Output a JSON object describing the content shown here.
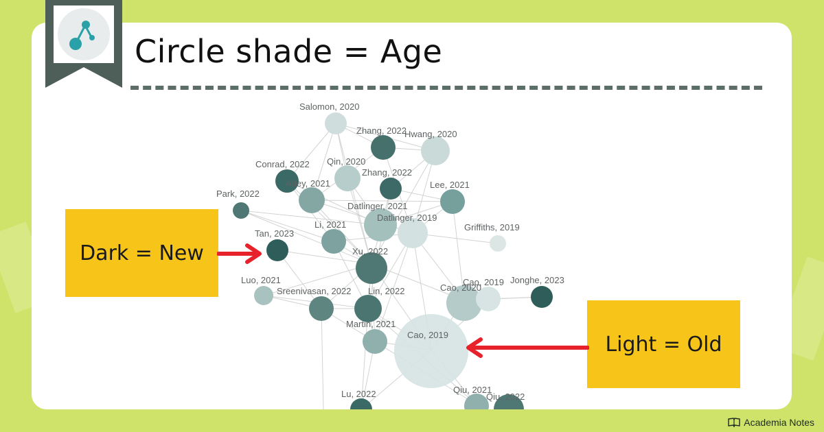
{
  "title": "Circle shade = Age",
  "callouts": {
    "left": "Dark = New",
    "right": "Light = Old"
  },
  "brand": {
    "name": "Academia Notes",
    "icon": "book-icon"
  },
  "logo": {
    "icon": "network-nodes-icon"
  },
  "colors": {
    "background": "#cfe36a",
    "card": "#ffffff",
    "callout": "#f7c51a",
    "arrow": "#e8222a",
    "newest_node": "#2f5e5a",
    "oldest_node": "#d5e3e2"
  },
  "graph": {
    "nodes": [
      {
        "label": "Salomon, 2020"
      },
      {
        "label": "Zhang, 2022"
      },
      {
        "label": "Hwang, 2020"
      },
      {
        "label": "Conrad, 2022"
      },
      {
        "label": "Qin, 2020"
      },
      {
        "label": "Zhang, 2022"
      },
      {
        "label": "Adey, 2021"
      },
      {
        "label": "Lee, 2021"
      },
      {
        "label": "Park, 2022"
      },
      {
        "label": "Datlinger, 2021"
      },
      {
        "label": "Datlinger, 2019"
      },
      {
        "label": "Li, 2021"
      },
      {
        "label": "Griffiths, 2019"
      },
      {
        "label": "Tan, 2023"
      },
      {
        "label": "Xu, 2022"
      },
      {
        "label": "Luo, 2021"
      },
      {
        "label": "Sreenivasan, 2022"
      },
      {
        "label": "Lin, 2022"
      },
      {
        "label": "Cao, 2020"
      },
      {
        "label": "Cao, 2019"
      },
      {
        "label": "Jonghe, 2023"
      },
      {
        "label": "Martin, 2021"
      },
      {
        "label": "Cao, 2019"
      },
      {
        "label": "Lu, 2022"
      },
      {
        "label": "Qiu, 2021"
      },
      {
        "label": "Qiu, 2022"
      }
    ]
  }
}
